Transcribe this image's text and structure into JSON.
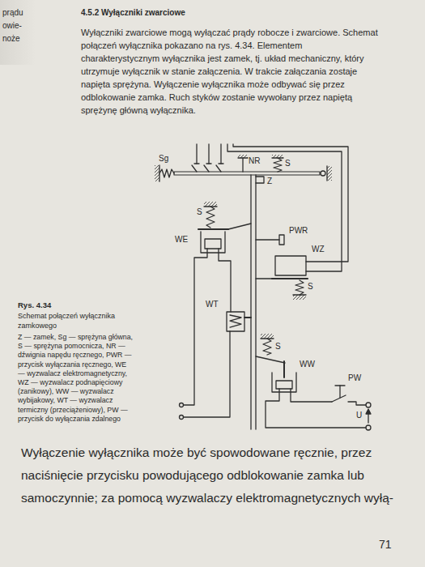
{
  "diagram": {
    "title": "4.5.2 Wyłączniki zwarciowe",
    "caption": "Rys. 4.34",
    "labels": [
      "prądu",
      "owie-",
      "noże",
      "Wyłączniki zwarciowe mogą wyłączać prądy robocze i zwarciowe. Schemat połączeń wyłącznika pokazano na rys. 4.34. Elementem charakterystycznym wyłącznika jest zamek, tj. układ mechaniczny, który utrzymuje wyłącznik w stanie załączenia. W trakcie załączania zostaje napięta sprężyna. Wyłączenie wyłącznika może odbywać się przez odblokowanie zamka. Ruch styków zostanie wywołany przez napiętą sprężynę główną wyłącznika.",
      "Sg",
      "NR",
      "Z",
      "S",
      "PWR",
      "S",
      "WE",
      "WZ",
      "S",
      "WT",
      "S",
      "WW",
      "PW",
      "U",
      "Schemat połączeń wyłącznika zamkowego",
      "Z — zamek, Sg — sprężyna główna, S — sprężyna pomocnicza, NR — dźwignia napędu ręcznego, PWR — przycisk wyłączania ręcznego, WE — wyzwalacz elektromagnetyczny, WZ — wyzwalacz podnapięciowy (zanikowy), WW — wyzwalacz wybijakowy, WT — wyzwalacz termiczny (przeciążeniowy), PW — przycisk do wyłączania zdalnego",
      "Wyłączenie wyłącznika może być spowodowane ręcznie, przez naciśnięcie przycisku powodującego odblokowanie zamka lub samoczynnie; za pomocą wyzwalaczy elektromagnetycznych wyłą-",
      "71"
    ]
  }
}
